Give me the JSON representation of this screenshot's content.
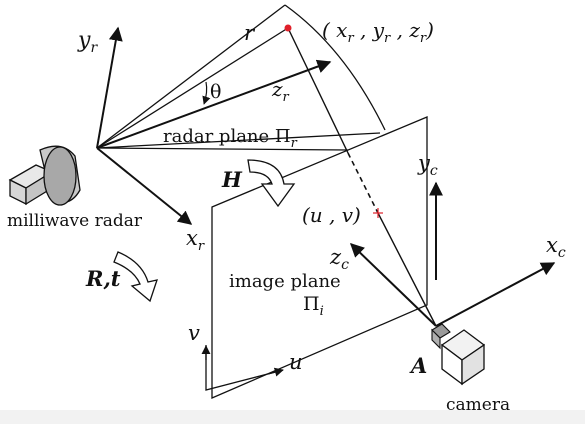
{
  "labels": {
    "yr_axis": "y",
    "yr_sub": "r",
    "r_label": "r",
    "point_coords": "( x",
    "point_coords_r1": "r",
    "point_sep1": " , y",
    "point_coords_r2": "r",
    "point_sep2": " , z",
    "point_coords_r3": "r",
    "point_close": ")",
    "theta": "θ",
    "zr_axis": "z",
    "zr_sub": "r",
    "radar_plane": "radar plane  Π",
    "radar_plane_sub": "r",
    "H": "H",
    "yc_axis": "y",
    "yc_sub": "c",
    "milliwave_radar": "milliwave radar",
    "xr_axis": "x",
    "xr_sub": "r",
    "uv": "(u , v)",
    "xc_axis": "x",
    "xc_sub": "c",
    "zc_axis": "z",
    "zc_sub": "c",
    "Rt": "R,t",
    "image_plane": "image plane",
    "image_plane_pi": "Π",
    "image_plane_sub": "i",
    "v_axis": "v",
    "u_axis": "u",
    "A": "A",
    "camera": "camera"
  },
  "colors": {
    "ink": "#111111",
    "point": "#e0202a",
    "radar_body": "#c8c8c8",
    "radar_dish": "#a8a8a8",
    "camera_lens": "#9a9a9a"
  }
}
